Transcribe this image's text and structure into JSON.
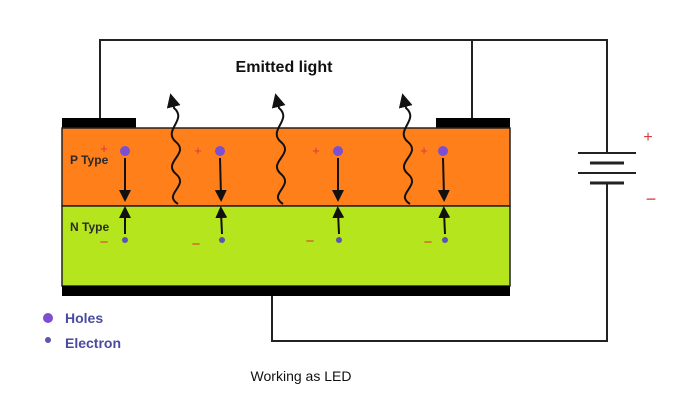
{
  "diagram": {
    "title": "Emitted light",
    "p_type_label": "P Type",
    "n_type_label": "N Type",
    "plus_sign": "+",
    "minus_sign": "−",
    "legend": {
      "holes_label": "Holes",
      "electron_label": "Electron"
    },
    "caption": "Working as LED"
  },
  "colors": {
    "p_region": "#ff7f1a",
    "n_region": "#b5e61d",
    "wire": "#222222",
    "contact": "#000000",
    "hole_dot": "#7b4fd0",
    "electron_dot": "#5a55b0",
    "charge_sign": "#d93a3a",
    "legend_text": "#4a4aa0"
  }
}
